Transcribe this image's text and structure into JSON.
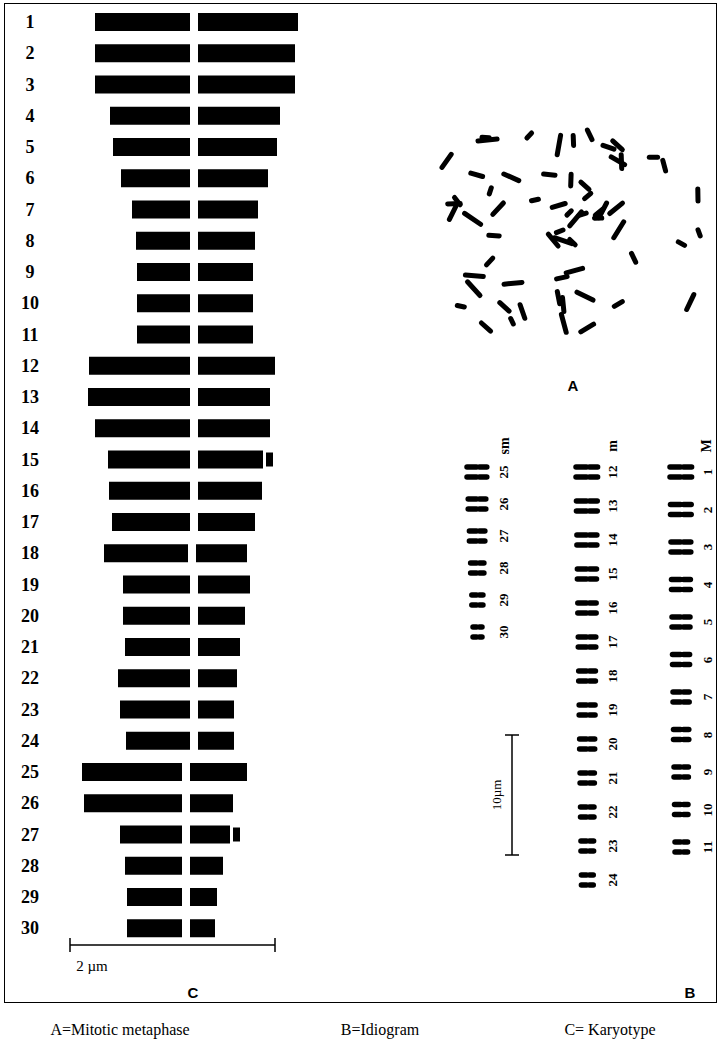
{
  "diagram": {
    "labels": [
      "1",
      "2",
      "3",
      "4",
      "5",
      "6",
      "7",
      "8",
      "9",
      "10",
      "11",
      "12",
      "13",
      "14",
      "15",
      "16",
      "17",
      "18",
      "19",
      "20",
      "21",
      "22",
      "23",
      "24",
      "25",
      "26",
      "27",
      "28",
      "29",
      "30",
      "2 µm",
      "C",
      "A",
      "sm",
      "25",
      "26",
      "27",
      "28",
      "29",
      "30",
      "m",
      "12",
      "13",
      "14",
      "15",
      "16",
      "17",
      "18",
      "19",
      "20",
      "21",
      "22",
      "23",
      "24",
      "M",
      "1",
      "2",
      "3",
      "4",
      "5",
      "6",
      "7",
      "8",
      "9",
      "10",
      "11",
      "10µm",
      "B",
      "A=Mitotic metaphase",
      "B=Idiogram",
      "C= Karyotype"
    ]
  }
}
